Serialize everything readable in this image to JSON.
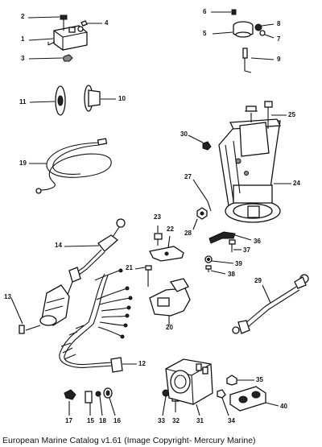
{
  "caption": "European Marine Catalog v1.61 (Image Copyright- Mercury Marine)",
  "labels": {
    "n1": "1",
    "n2": "2",
    "n3": "3",
    "n4": "4",
    "n5": "5",
    "n6": "6",
    "n7": "7",
    "n8": "8",
    "n9": "9",
    "n10": "10",
    "n11": "11",
    "n12": "12",
    "n13": "13",
    "n14": "14",
    "n15": "15",
    "n16": "16",
    "n17": "17",
    "n18": "18",
    "n19": "19",
    "n20": "20",
    "n21": "21",
    "n22": "22",
    "n23": "23",
    "n24": "24",
    "n25": "25",
    "n27": "27",
    "n28": "28",
    "n29": "29",
    "n30": "30",
    "n31": "31",
    "n32": "32",
    "n33": "33",
    "n34": "34",
    "n35": "35",
    "n36": "36",
    "n37": "37",
    "n38": "38",
    "n39": "39",
    "n40": "40"
  }
}
